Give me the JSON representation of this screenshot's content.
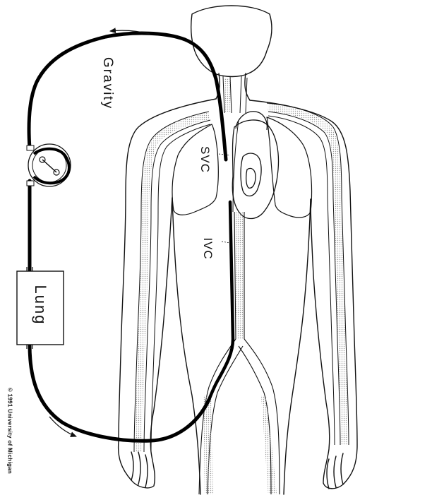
{
  "labels": {
    "gravity": "Gravity",
    "svc": "SVC",
    "ivc": "IVC",
    "lung": "Lung",
    "copyright": "© 1991 University of Michigan"
  },
  "colors": {
    "line": "#111111",
    "tube": "#000000",
    "stipple": "#b9b9b9",
    "background": "#ffffff"
  }
}
